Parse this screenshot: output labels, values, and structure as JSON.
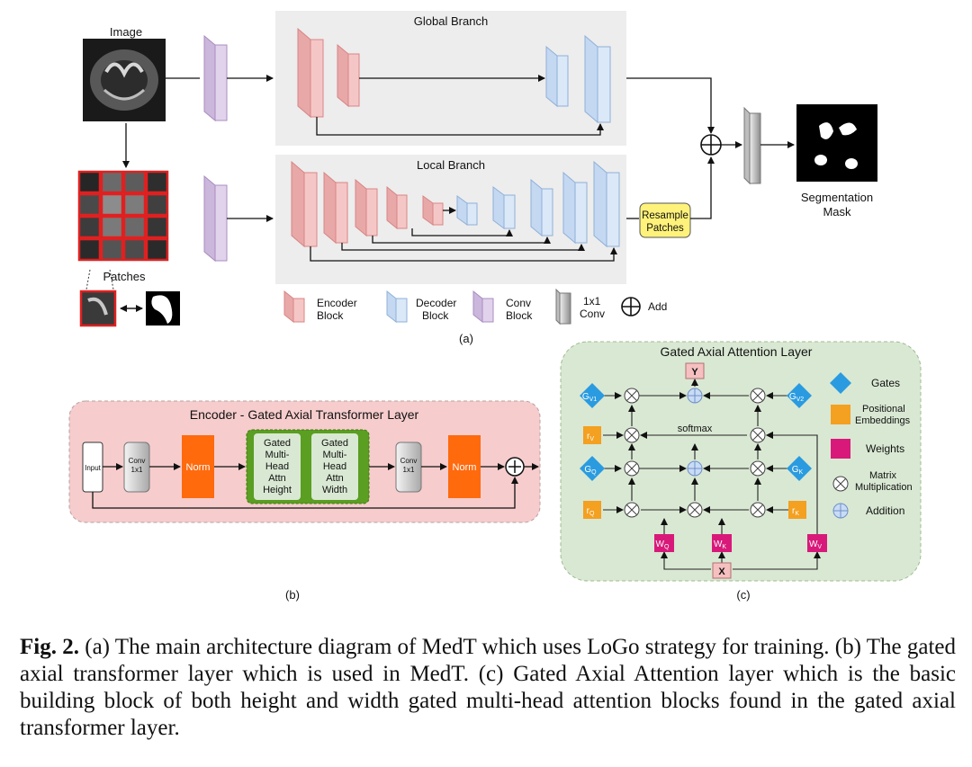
{
  "panel_a": {
    "image_label": "Image",
    "patches_label": "Patches",
    "global_branch_title": "Global Branch",
    "local_branch_title": "Local Branch",
    "resample_line1": "Resample",
    "resample_line2": "Patches",
    "seg_line1": "Segmentation",
    "seg_line2": "Mask",
    "legend": {
      "encoder_line1": "Encoder",
      "encoder_line2": "Block",
      "decoder_line1": "Decoder",
      "decoder_line2": "Block",
      "conv_line1": "Conv",
      "conv_line2": "Block",
      "onebyone_line1": "1x1",
      "onebyone_line2": "Conv",
      "add": "Add"
    },
    "caption": "(a)"
  },
  "panel_b": {
    "title": "Encoder - Gated Axial Transformer Layer",
    "input": "Input",
    "conv1_line1": "Conv",
    "conv1_line2": "1x1",
    "norm1": "Norm",
    "attn_h": [
      "Gated",
      "Multi-",
      "Head",
      "Attn",
      "Height"
    ],
    "attn_w": [
      "Gated",
      "Multi-",
      "Head",
      "Attn",
      "Width"
    ],
    "conv2_line1": "Conv",
    "conv2_line2": "1x1",
    "norm2": "Norm",
    "caption": "(b)"
  },
  "panel_c": {
    "title": "Gated Axial Attention Layer",
    "y": "Y",
    "x": "X",
    "softmax": "softmax",
    "g_v1": "G",
    "g_v1_sub": "V1",
    "g_v2": "G",
    "g_v2_sub": "V2",
    "g_q": "G",
    "g_q_sub": "Q",
    "g_k": "G",
    "g_k_sub": "K",
    "r_v": "r",
    "r_v_sub": "V",
    "r_q": "r",
    "r_q_sub": "Q",
    "r_k": "r",
    "r_k_sub": "K",
    "w_q": "W",
    "w_q_sub": "Q",
    "w_k": "W",
    "w_k_sub": "K",
    "w_v": "W",
    "w_v_sub": "V",
    "legend": {
      "gates": "Gates",
      "pos_line1": "Positional",
      "pos_line2": "Embeddings",
      "weights": "Weights",
      "matmul_line1": "Matrix",
      "matmul_line2": "Multiplication",
      "addition": "Addition"
    },
    "caption": "(c)"
  },
  "figure_caption": {
    "label": "Fig. 2.",
    "text": "(a) The main architecture diagram of MedT which uses LoGo strategy for training. (b) The gated axial transformer layer which is used in MedT. (c) Gated Axial Attention layer which is the basic building block of both height and width gated multi-head attention blocks found in the gated axial transformer layer."
  },
  "colors": {
    "encoder_fill": "#f5c6c6",
    "encoder_stroke": "#d98585",
    "decoder_fill": "#dbe8f8",
    "decoder_stroke": "#8fb0d8",
    "conv_fill": "#e2d3ec",
    "conv_stroke": "#a98dc0",
    "branch_bg": "#ededed",
    "panel_b_bg": "#f6cccc",
    "panel_c_bg": "#d9e8d3",
    "norm": "#ff6a0d",
    "attn_green": "#5a9e22",
    "resample": "#fff27a",
    "gate_blue": "#2a9be0",
    "pos_orange": "#f4a020",
    "weight_pink": "#d8197a"
  }
}
